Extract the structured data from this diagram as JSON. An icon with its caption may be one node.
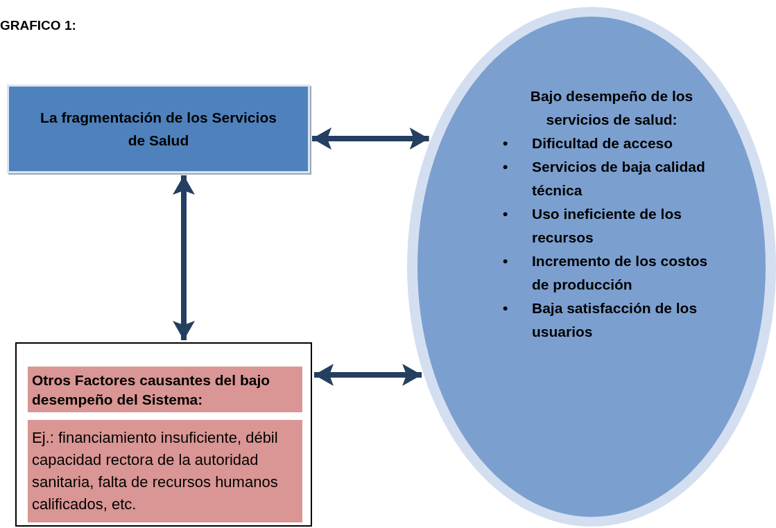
{
  "diagram": {
    "title": "GRAFICO 1:",
    "nodes": [
      {
        "text": [
          "La fragmentación de los Servicios de Salud"
        ]
      },
      {
        "text": [
          "Bajo desempeño de los servicios de salud:",
          "•",
          "Dificultad de acceso",
          "•",
          "Servicios de baja calidad técnica",
          "•",
          "Uso ineficiente de los recursos",
          "•",
          "Incremento de los costos de producción",
          "•",
          "Baja satisfacción de los usuarios"
        ]
      },
      {
        "text": [],
        "shape": "box"
      },
      {
        "text": [
          "Otros Factores causantes del bajo desempeño del Sistema:"
        ],
        "in": 2
      },
      {
        "text": [
          "Ej.: financiamiento insuficiente, débil capacidad rectora de la autoridad sanitaria, falta de recursos humanos calificados, etc."
        ],
        "in": 2
      }
    ],
    "edges": [
      {
        "from": 0,
        "to": 1,
        "arrow": "both"
      },
      {
        "from": 0,
        "to": 2,
        "arrow": "both"
      },
      {
        "from": 2,
        "to": 1,
        "arrow": "both"
      }
    ]
  }
}
